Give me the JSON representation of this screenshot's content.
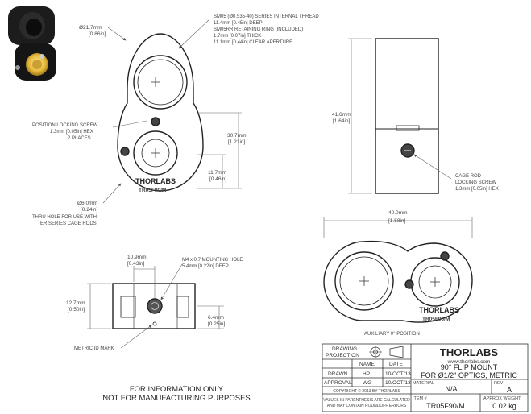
{
  "front_view": {
    "dia_outer": "Ø21.7mm",
    "dia_outer_in": "[0.86in]",
    "thread_note": [
      "SM05 (Ø0.535-40) SERIES INTERNAL THREAD",
      "11.4mm [0.45in] DEEP",
      "SM05RR RETAINING RING (INCLUDED)",
      "1.7mm [0.07in] THICK",
      "11.1mm [0.44in] CLEAR APERTURE"
    ],
    "locking_note": [
      "POSITION LOCKING SCREW",
      "1.3mm [0.05in] HEX",
      "2 PLACES"
    ],
    "height_total": "30.7mm",
    "height_total_in": "[1.21in]",
    "height_lower": "11.7mm",
    "height_lower_in": "[0.46in]",
    "dia_small": "Ø6.0mm",
    "dia_small_in": "[0.24in]",
    "thru_hole_note": [
      "THRU HOLE FOR USE WITH",
      "ER SERIES CAGE RODS"
    ],
    "engraving_brand": "THORLABS",
    "engraving_part": "TR05F90/M"
  },
  "side_view": {
    "height": "41.6mm",
    "height_in": "[1.64in]",
    "cage_note": [
      "CAGE ROD",
      "LOCKING SCREW",
      "1.3mm [0.05in] HEX"
    ]
  },
  "auxiliary_view": {
    "width": "40.0mm",
    "width_in": "[1.58in]",
    "caption": "AUXILIARY 0° POSITION",
    "engraving_brand": "THORLABS",
    "engraving_part": "TR05F90/M"
  },
  "bottom_view": {
    "offset": "10.9mm",
    "offset_in": "[0.43in]",
    "hole_note": [
      "M4 x 0.7 MOUNTING HOLE",
      "5.4mm [0.22in] DEEP"
    ],
    "height": "12.7mm",
    "height_in": "[0.50in]",
    "hole_height": "6.4mm",
    "hole_height_in": "[0.25in]",
    "id_mark": "METRIC ID MARK"
  },
  "footer": {
    "line1": "FOR INFORMATION ONLY",
    "line2": "NOT FOR MANUFACTURING PURPOSES"
  },
  "title_block": {
    "projection_label": [
      "DRAWING",
      "PROJECTION"
    ],
    "logo": "THORLABS",
    "website": "www.thorlabs.com",
    "col_name": "NAME",
    "col_date": "DATE",
    "row_drawn": "DRAWN",
    "drawn_name": "HP",
    "drawn_date": "10/OCT/13",
    "row_approval": "APPROVAL",
    "approval_name": "WG",
    "approval_date": "10/OCT/13",
    "copyright": "COPYRIGHT © 2013 BY THORLABS",
    "disclaimer": [
      "VALUES IN PARENTHESIS ARE CALCULATED",
      "AND MAY CONTAIN ROUNDOFF ERRORS"
    ],
    "description": [
      "90° FLIP MOUNT",
      "FOR Ø1/2\" OPTICS, METRIC"
    ],
    "material_label": "MATERIAL",
    "material_value": "N/A",
    "rev_label": "REV",
    "rev_value": "A",
    "item_label": "ITEM #",
    "item_value": "TR05F90/M",
    "weight_label": "APPROX WEIGHT",
    "weight_value": "0.02 kg"
  }
}
